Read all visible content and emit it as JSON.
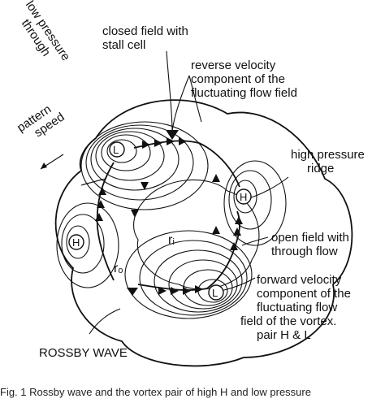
{
  "labels": {
    "low_pressure": [
      "low pressure",
      "through"
    ],
    "pattern_speed": [
      "pattern",
      "speed"
    ],
    "closed_field": [
      "closed field with",
      "stall cell"
    ],
    "reverse_velocity": [
      "reverse velocity",
      "component of the",
      "fluctuating flow field"
    ],
    "high_pressure": [
      "high pressure",
      "ridge"
    ],
    "open_field": [
      "open field with",
      "through flow"
    ],
    "forward_velocity": [
      "forward velocity",
      "component of the",
      "fluctuating flow",
      "field of the vortex.",
      "pair H & L"
    ],
    "rossby_wave": "ROSSBY WAVE",
    "inner_radius": "rᵢ",
    "outer_radius": "rₒ"
  },
  "centers": {
    "L": "L",
    "H": "H"
  },
  "caption": "Fig. 1  Rossby wave and the vortex pair of high H and low pressure"
}
